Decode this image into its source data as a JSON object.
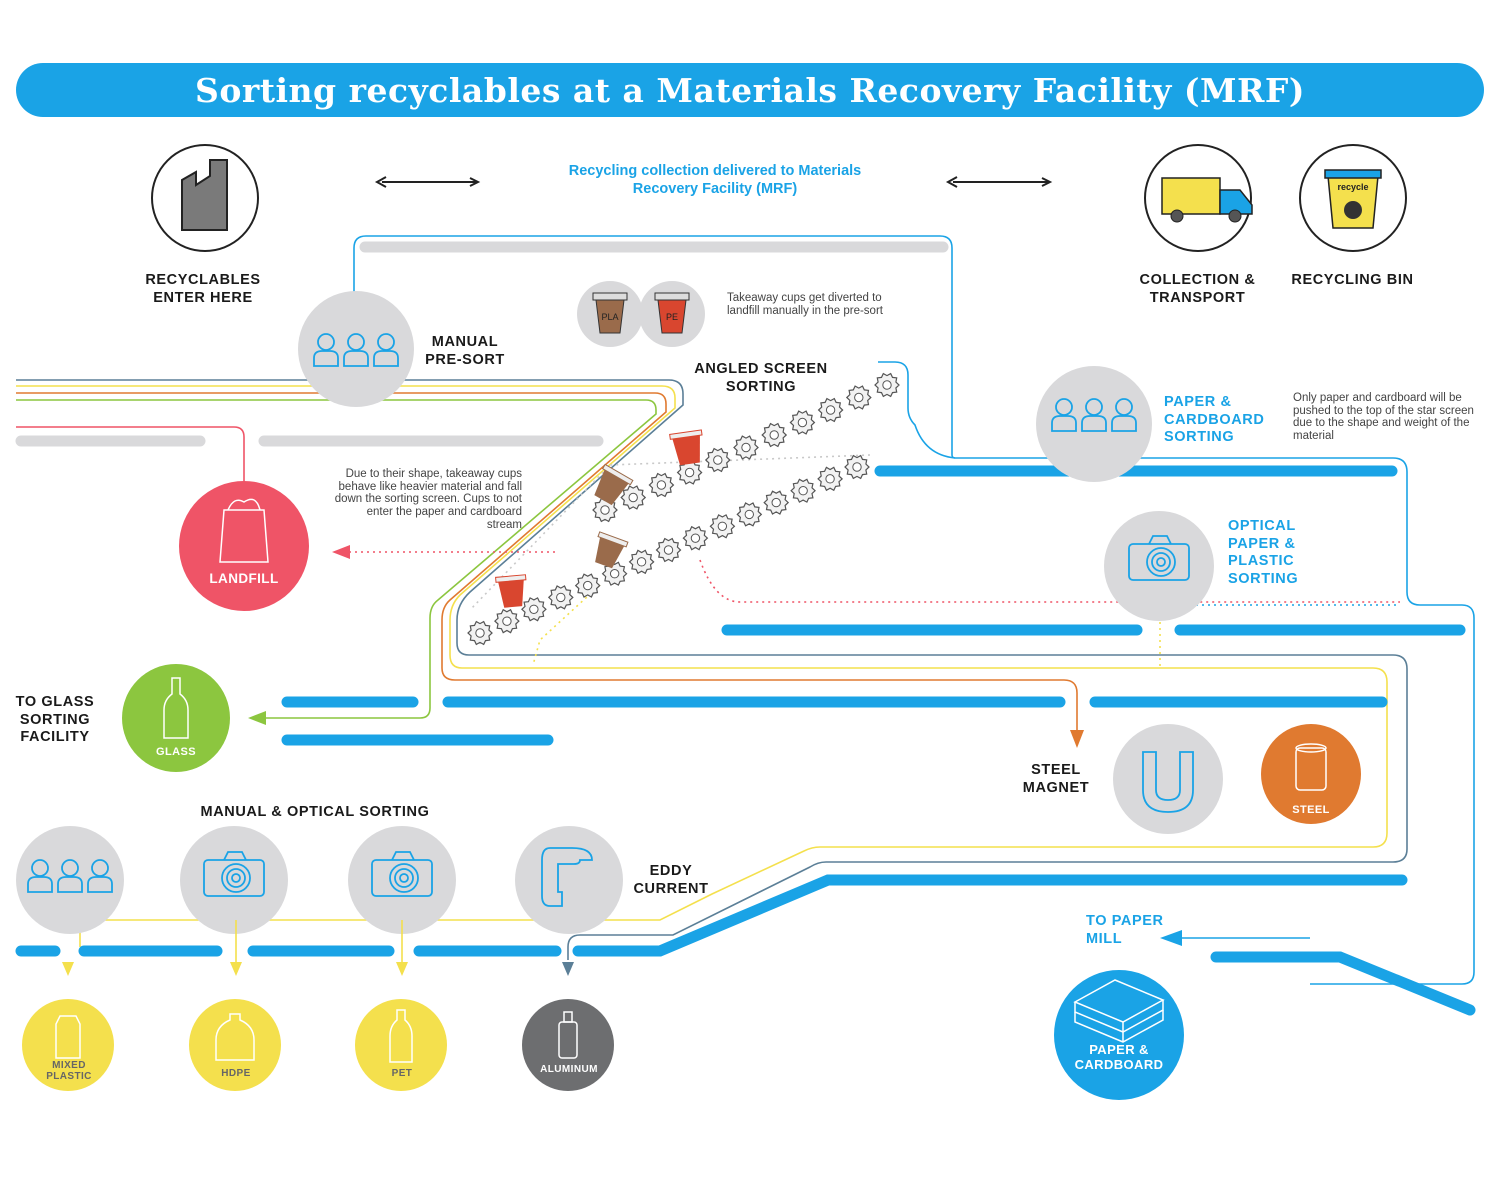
{
  "title": "Sorting recyclables at a Materials Recovery Facility (MRF)",
  "header_caption": "Recycling collection delivered to Materials Recovery Facility (MRF)",
  "top_stations": {
    "recyclables_enter": "RECYCLABLES ENTER HERE",
    "collection_transport": "COLLECTION & TRANSPORT",
    "recycling_bin": "RECYCLING BIN",
    "bin_text": "recycle"
  },
  "process_labels": {
    "manual_presort": "MANUAL PRE-SORT",
    "angled_screen": "ANGLED SCREEN SORTING",
    "paper_cardboard_sorting": "PAPER & CARDBOARD SORTING",
    "optical_sorting": "OPTICAL PAPER & PLASTIC SORTING",
    "steel_magnet": "STEEL MAGNET",
    "manual_optical": "MANUAL & OPTICAL SORTING",
    "eddy_current": "EDDY CURRENT",
    "to_glass": "TO GLASS SORTING FACILITY",
    "to_paper_mill": "TO PAPER MILL"
  },
  "notes": {
    "takeaway_cups": "Takeaway cups get diverted to landfill manually in the pre-sort",
    "cups_behave": "Due to their shape, takeaway cups behave like heavier material and fall down the sorting screen. Cups to not enter the paper and cardboard stream",
    "paper_star_screen": "Only paper and cardboard will be pushed to the top of the star screen due to the shape and weight of the material"
  },
  "cup_labels": {
    "pla": "PLA",
    "pe": "PE"
  },
  "outputs": {
    "landfill": "LANDFILL",
    "glass": "GLASS",
    "steel": "STEEL",
    "mixed_plastic": "MIXED PLASTIC",
    "hdpe": "HDPE",
    "pet": "PET",
    "aluminum": "ALUMINUM",
    "paper_cardboard": "PAPER & CARDBOARD"
  },
  "colors": {
    "brand_blue": "#1aa3e6",
    "landfill_red": "#ef5467",
    "glass_green": "#8cc63f",
    "steel_orange": "#e07a30",
    "plastic_yellow": "#f4e04d",
    "aluminum_grey": "#6d6e70",
    "station_grey": "#d9d9db",
    "cup_brown": "#9a6b4b",
    "cup_red": "#d9462f"
  }
}
